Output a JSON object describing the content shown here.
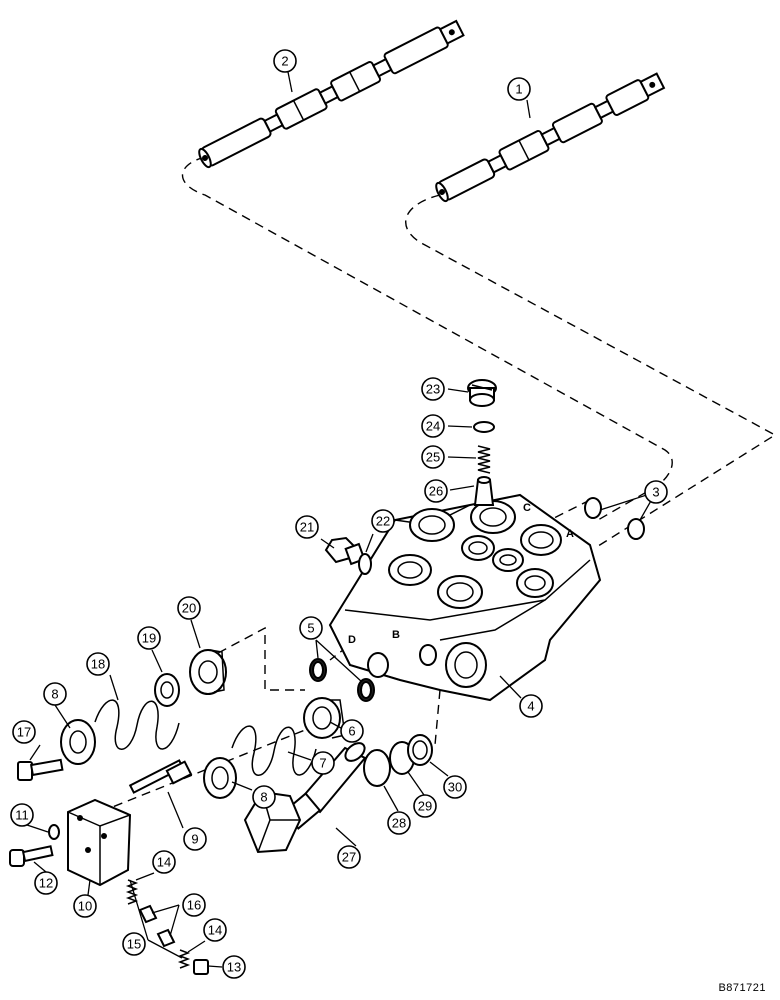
{
  "drawing_id": "B871721",
  "port_letters": {
    "a": "A",
    "b": "B",
    "c": "C",
    "d": "D"
  },
  "callouts": [
    {
      "id": "1",
      "label": "1"
    },
    {
      "id": "2",
      "label": "2"
    },
    {
      "id": "3",
      "label": "3"
    },
    {
      "id": "4",
      "label": "4"
    },
    {
      "id": "5",
      "label": "5"
    },
    {
      "id": "6",
      "label": "6"
    },
    {
      "id": "7",
      "label": "7"
    },
    {
      "id": "8a",
      "label": "8"
    },
    {
      "id": "8b",
      "label": "8"
    },
    {
      "id": "9",
      "label": "9"
    },
    {
      "id": "10",
      "label": "10"
    },
    {
      "id": "11",
      "label": "11"
    },
    {
      "id": "12",
      "label": "12"
    },
    {
      "id": "13",
      "label": "13"
    },
    {
      "id": "14a",
      "label": "14"
    },
    {
      "id": "14b",
      "label": "14"
    },
    {
      "id": "15",
      "label": "15"
    },
    {
      "id": "16",
      "label": "16"
    },
    {
      "id": "17",
      "label": "17"
    },
    {
      "id": "18",
      "label": "18"
    },
    {
      "id": "19",
      "label": "19"
    },
    {
      "id": "20",
      "label": "20"
    },
    {
      "id": "21",
      "label": "21"
    },
    {
      "id": "22",
      "label": "22"
    },
    {
      "id": "23",
      "label": "23"
    },
    {
      "id": "24",
      "label": "24"
    },
    {
      "id": "25",
      "label": "25"
    },
    {
      "id": "26",
      "label": "26"
    },
    {
      "id": "27",
      "label": "27"
    },
    {
      "id": "28",
      "label": "28"
    },
    {
      "id": "29",
      "label": "29"
    },
    {
      "id": "30",
      "label": "30"
    }
  ]
}
